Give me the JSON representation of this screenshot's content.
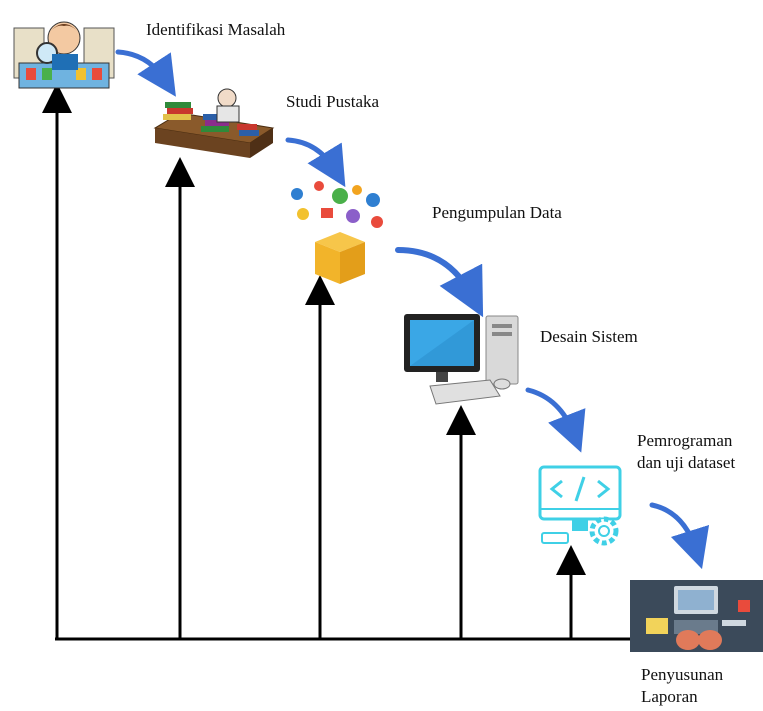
{
  "steps": [
    {
      "label": "Identifikasi Masalah",
      "icon": "person-reading-icon"
    },
    {
      "label": "Studi Pustaka",
      "icon": "books-study-icon"
    },
    {
      "label": "Pengumpulan Data",
      "icon": "data-box-icon"
    },
    {
      "label": "Desain Sistem",
      "icon": "desktop-computer-icon"
    },
    {
      "label": "Pemrograman\ndan uji dataset",
      "icon": "code-monitor-gear-icon"
    },
    {
      "label": "Penyusunan\nLaporan",
      "icon": "workspace-laptop-icon"
    }
  ],
  "colors": {
    "arrow_curve": "#3a6fd3",
    "axis": "#000000",
    "code_icon": "#3fd0e6"
  }
}
